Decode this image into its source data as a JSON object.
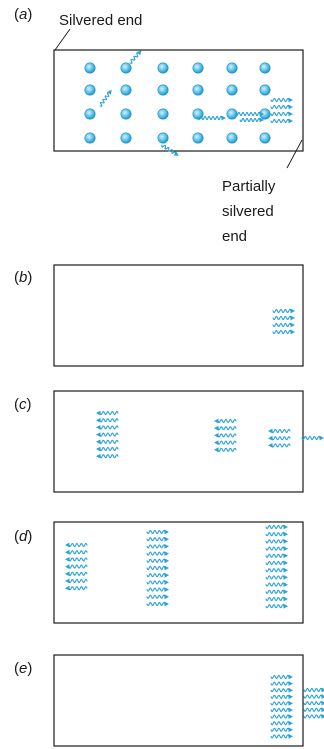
{
  "colors": {
    "photon": "#2aa3d6",
    "atom_light": "#b7e6f7",
    "atom_dark": "#1e8ec4",
    "outline": "#1a1a1a"
  },
  "panels": {
    "a": {
      "label_open": "(",
      "label_letter": "a",
      "label_close": ")",
      "silvered_end_label": "Silvered end",
      "partially_silvered_lines": [
        "Partially",
        "silvered",
        "end"
      ]
    },
    "b": {
      "label_open": "(",
      "label_letter": "b",
      "label_close": ")"
    },
    "c": {
      "label_open": "(",
      "label_letter": "c",
      "label_close": ")"
    },
    "d": {
      "label_open": "(",
      "label_letter": "d",
      "label_close": ")"
    },
    "e": {
      "label_open": "(",
      "label_letter": "e",
      "label_close": ")"
    }
  }
}
